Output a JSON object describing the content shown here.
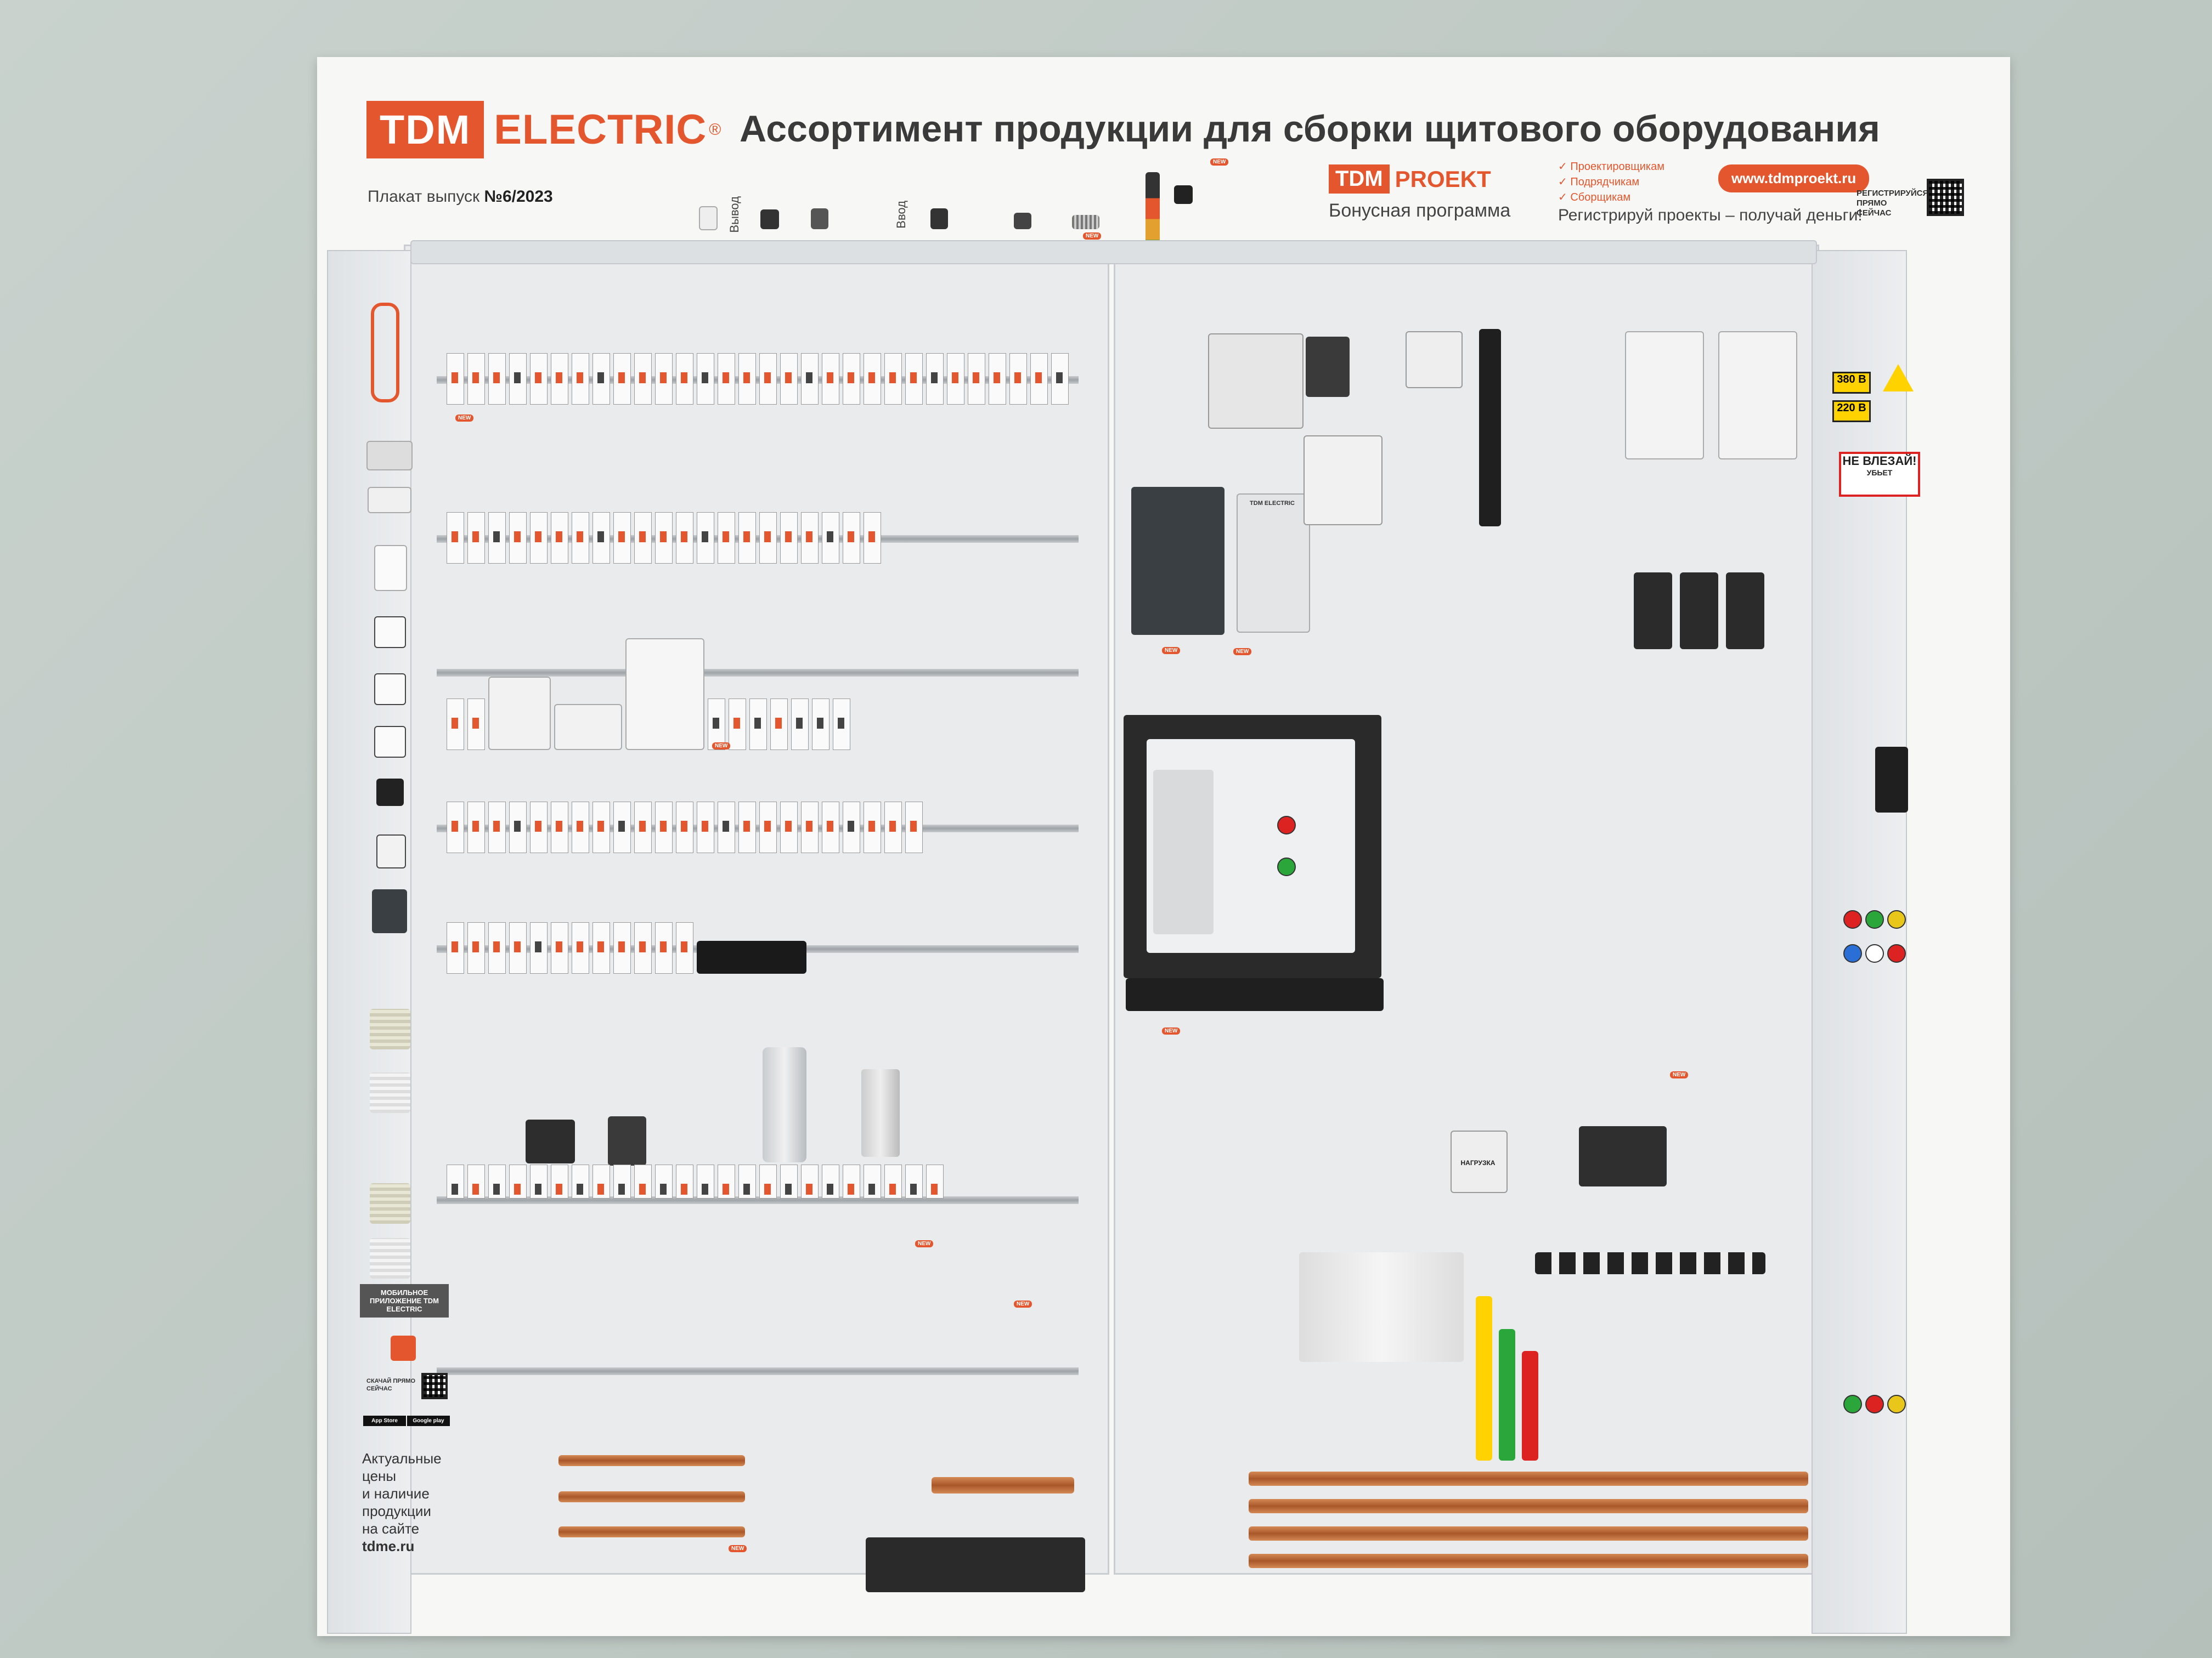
{
  "brand": {
    "box": "TDM",
    "word": "ELECTRIC",
    "reg": "®"
  },
  "title": "Ассортимент продукции для сборки щитового оборудования",
  "issue": {
    "prefix": "Плакат выпуск ",
    "number": "№6/2023"
  },
  "proekt": {
    "box": "TDM",
    "word": "PROEKT",
    "subtitle": "Бонусная программа",
    "roles": [
      "Проектировщикам",
      "Подрядчикам",
      "Сборщикам"
    ],
    "tagline": "Регистрируй проекты – получай деньги!",
    "site": "www.tdmproekt.ru",
    "register": "РЕГИСТРИРУЙСЯ ПРЯМО СЕЙЧАС"
  },
  "top_labels": {
    "output": "Вывод",
    "input": "Ввод"
  },
  "app_promo": {
    "header": "МОБИЛЬНОЕ ПРИЛОЖЕНИЕ TDM ELECTRIC",
    "download": "СКАЧАЙ ПРЯМО СЕЙЧАС",
    "stores": [
      "App Store",
      "Google play"
    ]
  },
  "side_note": {
    "lines": [
      "Актуальные",
      "цены",
      "и наличие",
      "продукции",
      "на сайте"
    ],
    "site": "tdme.ru"
  },
  "warnings": {
    "v380": "380 В",
    "v220": "220 В",
    "danger": "НЕ ВЛЕЗАЙ!",
    "danger_sub": "УБЬЕТ"
  },
  "panel_texts": {
    "controller": "TDM ELECTRIC",
    "load": "НАГРУЗКА"
  },
  "new_badge": "NEW",
  "colors": {
    "brand": "#e4572e",
    "poster": "#f7f7f5",
    "wall": "#c5cec9",
    "copper": "#b5652f"
  }
}
